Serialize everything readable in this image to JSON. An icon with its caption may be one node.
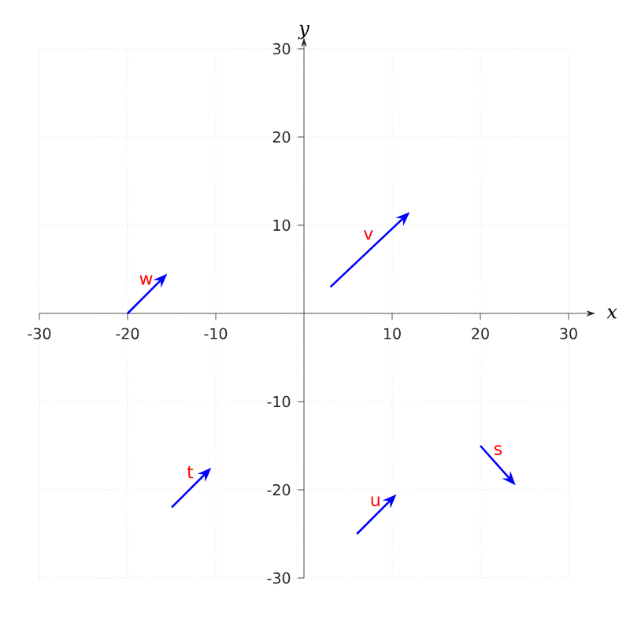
{
  "diagram": {
    "labels": [
      "y",
      "30",
      "20",
      "10",
      "v",
      "w",
      "x",
      "-30",
      "-20",
      "-10",
      "10",
      "20",
      "30",
      "-10",
      "s",
      "t",
      "-20",
      "u",
      "-30"
    ]
  }
}
